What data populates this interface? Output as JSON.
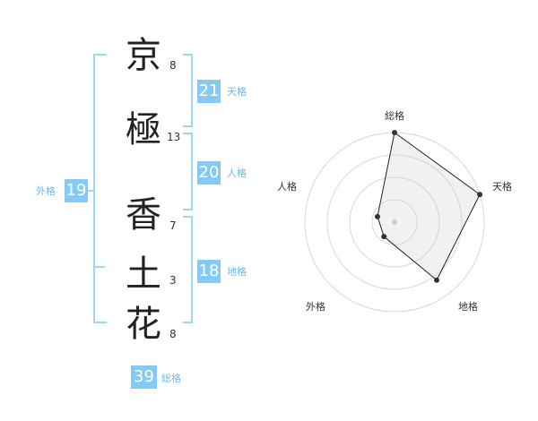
{
  "name": {
    "chars": [
      {
        "char": "京",
        "strokes": "8"
      },
      {
        "char": "極",
        "strokes": "13"
      },
      {
        "char": "香",
        "strokes": "7"
      },
      {
        "char": "土",
        "strokes": "3"
      },
      {
        "char": "花",
        "strokes": "8"
      }
    ]
  },
  "grids": {
    "tenkaku": {
      "value": "21",
      "label": "天格"
    },
    "jinkaku": {
      "value": "20",
      "label": "人格"
    },
    "chikaku": {
      "value": "18",
      "label": "地格"
    },
    "gaikaku": {
      "value": "19",
      "label": "外格"
    },
    "soukaku": {
      "value": "39",
      "label": "総格"
    }
  },
  "colors": {
    "accent": "#86c9f3",
    "bracket": "#9fd5f5",
    "label": "#6cb8ec"
  },
  "chart_data": {
    "type": "radar",
    "axes": [
      "総格",
      "天格",
      "地格",
      "外格",
      "人格"
    ],
    "values": [
      1.0,
      1.0,
      0.8,
      0.2,
      0.2
    ],
    "rmax": 1.0,
    "rings": 4
  }
}
